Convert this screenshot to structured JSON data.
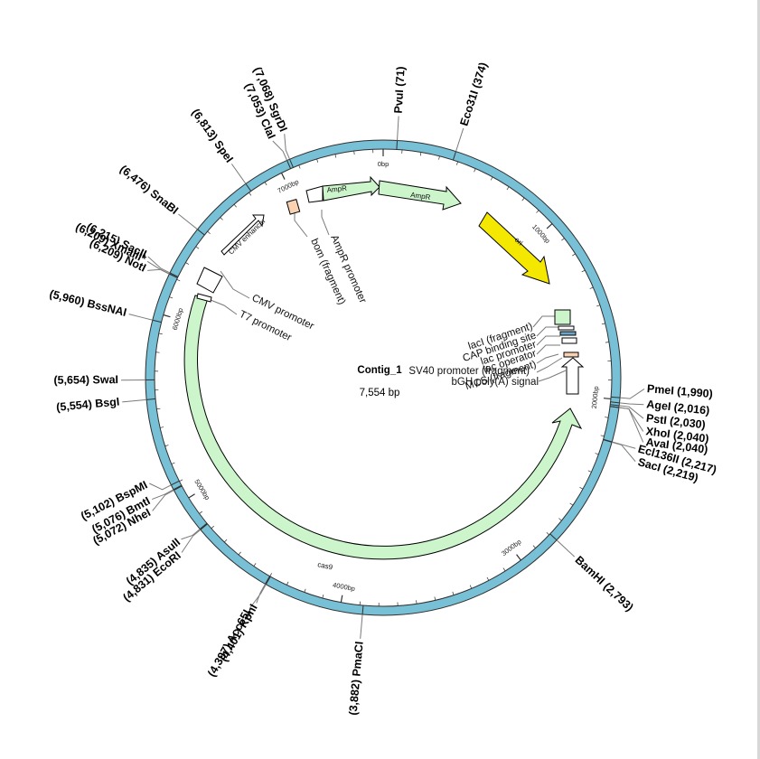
{
  "plasmid": {
    "name": "Contig_1",
    "length": 7554,
    "length_label": "7,554 bp"
  },
  "ruler_marks": [
    {
      "pos": 0,
      "label": "0bp"
    },
    {
      "pos": 1000,
      "label": "1000bp"
    },
    {
      "pos": 2000,
      "label": "2000bp"
    },
    {
      "pos": 3000,
      "label": "3000bp"
    },
    {
      "pos": 4000,
      "label": "4000bp"
    },
    {
      "pos": 5000,
      "label": "5000bp"
    },
    {
      "pos": 6000,
      "label": "6000bp"
    },
    {
      "pos": 7000,
      "label": "7000bp"
    }
  ],
  "restriction_sites": [
    {
      "pos": 71,
      "label": "PvuI (71)"
    },
    {
      "pos": 374,
      "label": "Eco31I (374)"
    },
    {
      "pos": 1990,
      "label": "PmeI (1,990)"
    },
    {
      "pos": 2016,
      "label": "AgeI (2,016)"
    },
    {
      "pos": 2030,
      "label": "PstI (2,030)"
    },
    {
      "pos": 2040,
      "label": "XhoI (2,040)"
    },
    {
      "pos": 2040,
      "label": "AvaI (2,040)"
    },
    {
      "pos": 2217,
      "label": "Ecl136II (2,217)"
    },
    {
      "pos": 2219,
      "label": "SacI (2,219)"
    },
    {
      "pos": 2793,
      "label": "BamHI (2,793)"
    },
    {
      "pos": 3882,
      "label": "(3,882) PmaCI"
    },
    {
      "pos": 4397,
      "label": "(4,397) Acc65I"
    },
    {
      "pos": 4401,
      "label": "(4,401) KpnI"
    },
    {
      "pos": 4831,
      "label": "(4,831) EcoRI"
    },
    {
      "pos": 4835,
      "label": "(4,835) AsuII"
    },
    {
      "pos": 5072,
      "label": "(5,072) NheI"
    },
    {
      "pos": 5076,
      "label": "(5,076) BmtI"
    },
    {
      "pos": 5102,
      "label": "(5,102) BspMI"
    },
    {
      "pos": 5554,
      "label": "(5,554) BsgI"
    },
    {
      "pos": 5654,
      "label": "(5,654) SwaI"
    },
    {
      "pos": 5960,
      "label": "(5,960) BssNAI"
    },
    {
      "pos": 6209,
      "label": "(6,209) NotI"
    },
    {
      "pos": 6209,
      "label": "(6,209) XmaIII*"
    },
    {
      "pos": 6215,
      "label": "(6,215) SacII"
    },
    {
      "pos": 6476,
      "label": "(6,476) SnaBI"
    },
    {
      "pos": 6813,
      "label": "(6,813) SpeI"
    },
    {
      "pos": 7053,
      "label": "(7,053) ClaI"
    },
    {
      "pos": 7068,
      "label": "(7,068) SgrDI"
    }
  ],
  "features": {
    "ampr_a": {
      "label": "AmpR"
    },
    "ampr_b": {
      "label": "AmpR"
    },
    "ori": {
      "label": "ori"
    },
    "cas9": {
      "label": "cas9"
    },
    "cmv_enhancer": {
      "label": "CMV enhancer"
    },
    "ampr_promoter": {
      "label": "AmpR promoter"
    },
    "bom": {
      "label": "bom (fragment)"
    },
    "cmv_promoter": {
      "label": "CMV promoter"
    },
    "t7_promoter": {
      "label": "T7 promoter"
    },
    "lacI": {
      "label": "lacI (fragment)"
    },
    "cap": {
      "label": "CAP binding site"
    },
    "lac_promoter": {
      "label": "lac promoter"
    },
    "lac_operator": {
      "label": "lac operator"
    },
    "mcs": {
      "label": "MCS (fragment)"
    },
    "sv40": {
      "label": "SV40 promoter (fragment)"
    },
    "bgh": {
      "label": "bGH poly(A) signal"
    }
  },
  "colors": {
    "backbone": "#78c0d6",
    "cds": "#ccf5cc",
    "ori": "#f5e800",
    "bom": "#f9d2b2",
    "promoter": "#ffffff",
    "leader": "#7a7a7a"
  }
}
